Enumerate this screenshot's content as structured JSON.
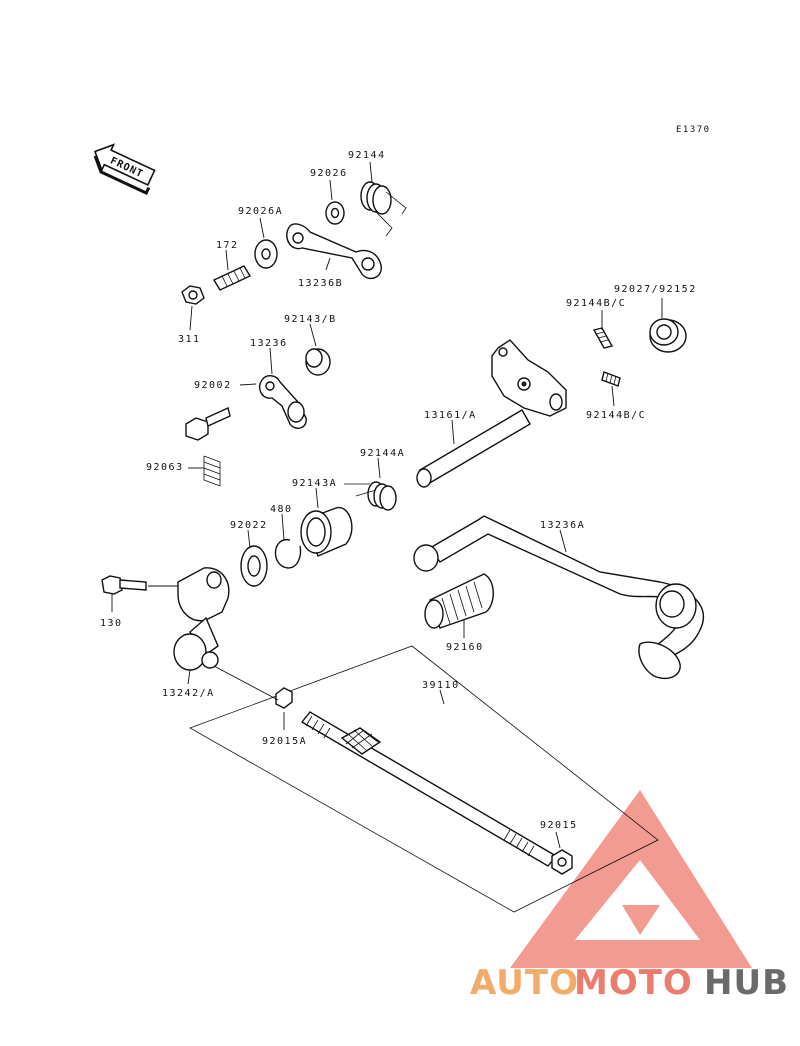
{
  "diagram": {
    "figure_code": "E1370",
    "front_label": "FRONT",
    "parts": {
      "p92144": "92144",
      "p92026": "92026",
      "p92026A": "92026A",
      "p172": "172",
      "p13236B": "13236B",
      "p311": "311",
      "p92143B": "92143/B",
      "p92027_92152": "92027/92152",
      "p92144BC_top": "92144B/C",
      "p13236": "13236",
      "p92002": "92002",
      "p92144BC_bottom": "92144B/C",
      "p13161A": "13161/A",
      "p92063": "92063",
      "p92144A": "92144A",
      "p92143A": "92143A",
      "p480": "480",
      "p92022": "92022",
      "p13236A": "13236A",
      "p130": "130",
      "p92160": "92160",
      "p13242A": "13242/A",
      "p39110": "39110",
      "p92015A": "92015A",
      "p92015": "92015"
    }
  },
  "watermark": {
    "part1": "AUTO",
    "part2": "MOTO",
    "part3": "HUB",
    "colors": {
      "orange": "#f2a35a",
      "red": "#e8705e",
      "gray": "#5a5a5a",
      "triangle": "#f08a80"
    }
  }
}
